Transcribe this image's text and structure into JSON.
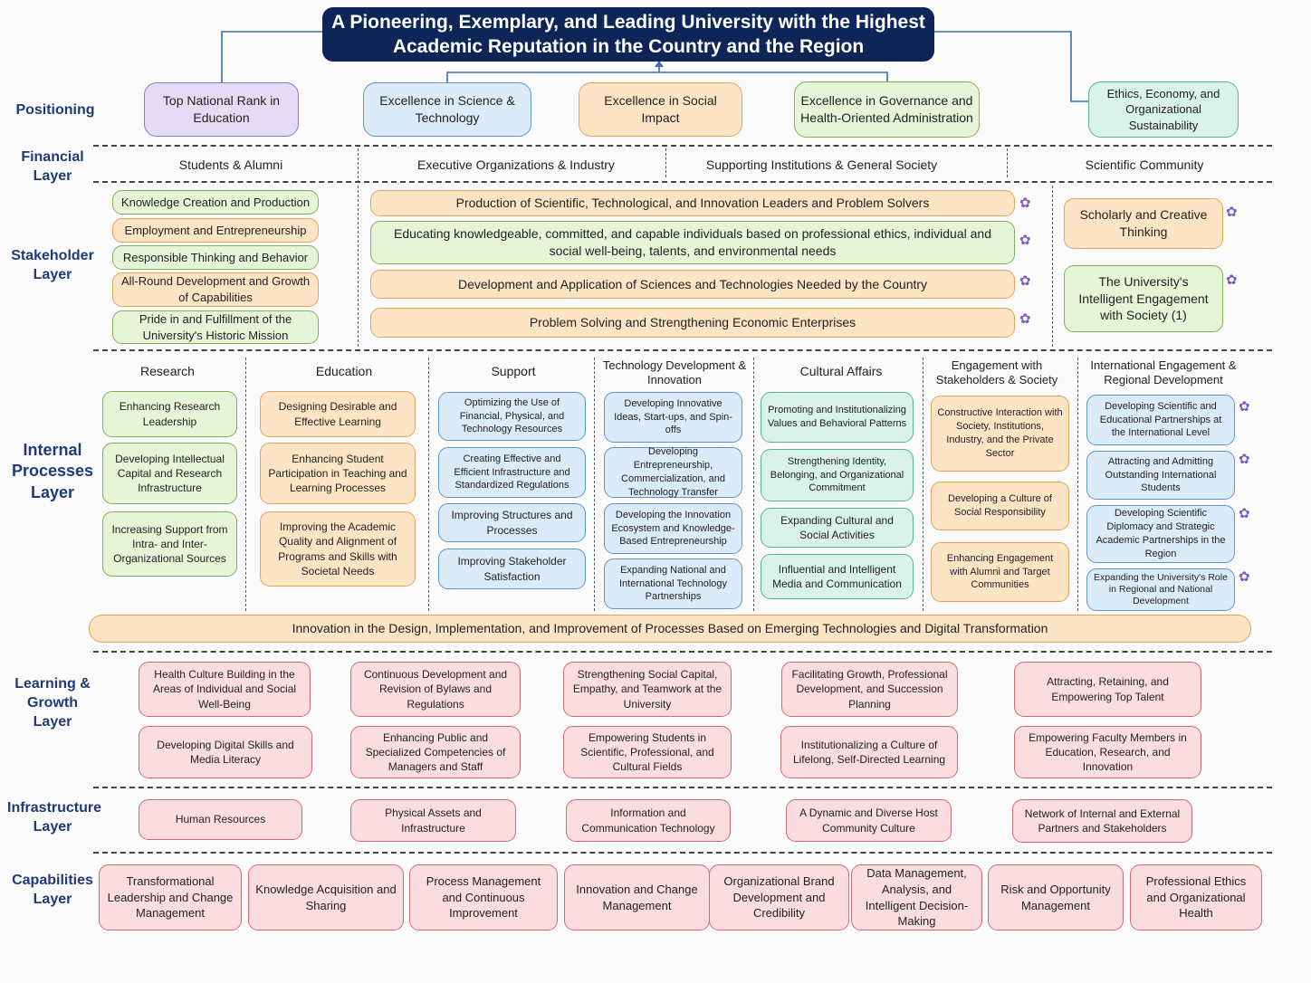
{
  "title": "A Pioneering, Exemplary, and Leading University with the Highest Academic Reputation in the Country and the Region",
  "layers": {
    "positioning": "Positioning",
    "financial": "Financial Layer",
    "stakeholder": "Stakeholder Layer",
    "internal": "Internal Processes Layer",
    "learning": "Learning & Growth Layer",
    "infrastructure": "Infrastructure Layer",
    "capabilities": "Capabilities Layer"
  },
  "positioning": [
    "Top National Rank in Education",
    "Excellence in Science & Technology",
    "Excellence in Social Impact",
    "Excellence in Governance and Health-Oriented Administration",
    "Ethics, Economy, and Organizational Sustainability"
  ],
  "financial": [
    "Students & Alumni",
    "Executive Organizations & Industry",
    "Supporting Institutions & General Society",
    "Scientific Community"
  ],
  "stakeholder": {
    "students": [
      "Knowledge Creation and Production",
      "Employment and Entrepreneurship",
      "Responsible Thinking and Behavior",
      "All-Round Development and Growth of Capabilities",
      "Pride in and Fulfillment of the University's Historic Mission"
    ],
    "center": [
      "Production of Scientific, Technological, and Innovation Leaders and Problem Solvers",
      "Educating knowledgeable, committed, and capable individuals based on professional ethics, individual and social well-being, talents, and environmental needs",
      "Development and Application of Sciences and Technologies Needed by the Country",
      "Problem Solving and Strengthening Economic Enterprises"
    ],
    "scientific": [
      "Scholarly and Creative Thinking",
      "The University's Intelligent Engagement with Society (1)"
    ]
  },
  "internal": {
    "research": {
      "header": "Research",
      "items": [
        "Enhancing Research Leadership",
        "Developing Intellectual Capital and Research Infrastructure",
        "Increasing Support from Intra- and Inter-Organizational Sources"
      ]
    },
    "education": {
      "header": "Education",
      "items": [
        "Designing Desirable and Effective Learning",
        "Enhancing Student Participation in Teaching and Learning Processes",
        "Improving the Academic Quality and Alignment of Programs and Skills with Societal Needs"
      ]
    },
    "support": {
      "header": "Support",
      "items": [
        "Optimizing the Use of Financial, Physical, and Technology Resources",
        "Creating Effective and Efficient Infrastructure and Standardized Regulations",
        "Improving Structures and Processes",
        "Improving Stakeholder Satisfaction"
      ]
    },
    "tech": {
      "header": "Technology Development & Innovation",
      "items": [
        "Developing Innovative Ideas, Start-ups, and Spin-offs",
        "Developing Entrepreneurship, Commercialization, and Technology Transfer",
        "Developing the Innovation Ecosystem and Knowledge-Based Entrepreneurship",
        "Expanding National and International Technology Partnerships"
      ]
    },
    "cultural": {
      "header": "Cultural Affairs",
      "items": [
        "Promoting and Institutionalizing Values and Behavioral Patterns",
        "Strengthening Identity, Belonging, and Organizational Commitment",
        "Expanding Cultural and Social Activities",
        "Influential and Intelligent Media and Communication"
      ]
    },
    "engagement": {
      "header": "Engagement with Stakeholders & Society",
      "items": [
        "Constructive Interaction with Society, Institutions, Industry, and the Private Sector",
        "Developing a Culture of Social Responsibility",
        "Enhancing Engagement with Alumni and Target Communities"
      ]
    },
    "international": {
      "header": "International Engagement & Regional Development",
      "items": [
        "Developing Scientific and Educational Partnerships at the International Level",
        "Attracting and Admitting Outstanding International Students",
        "Developing Scientific Diplomacy and Strategic Academic Partnerships in the Region",
        "Expanding the University's Role in Regional and National Development"
      ]
    },
    "banner": "Innovation in the Design, Implementation, and Improvement of Processes Based on Emerging Technologies and Digital Transformation"
  },
  "learning": [
    "Health Culture Building in the Areas of Individual and Social Well-Being",
    "Continuous Development and Revision of Bylaws and Regulations",
    "Strengthening Social Capital, Empathy, and Teamwork at the University",
    "Facilitating Growth, Professional Development, and Succession Planning",
    "Attracting, Retaining, and Empowering Top Talent",
    "Developing Digital Skills and Media Literacy",
    "Enhancing Public and Specialized Competencies of Managers and Staff",
    "Empowering Students in Scientific, Professional, and Cultural Fields",
    "Institutionalizing a Culture of Lifelong, Self-Directed Learning",
    "Empowering Faculty Members in Education, Research, and Innovation"
  ],
  "infrastructure": [
    "Human Resources",
    "Physical Assets and Infrastructure",
    "Information and Communication Technology",
    "A Dynamic and Diverse Host Community Culture",
    "Network of Internal and External Partners and Stakeholders"
  ],
  "capabilities": [
    "Transformational Leadership and Change Management",
    "Knowledge Acquisition and Sharing",
    "Process Management and Continuous Improvement",
    "Innovation and Change Management",
    "Organizational Brand Development and Credibility",
    "Data Management, Analysis, and Intelligent Decision-Making",
    "Risk and Opportunity Management",
    "Professional Ethics and Organizational Health"
  ],
  "icons": {
    "gear": "gear-icon"
  },
  "colors": {
    "title_bg": "#0e2558",
    "layer_label": "#1f3a7a"
  }
}
